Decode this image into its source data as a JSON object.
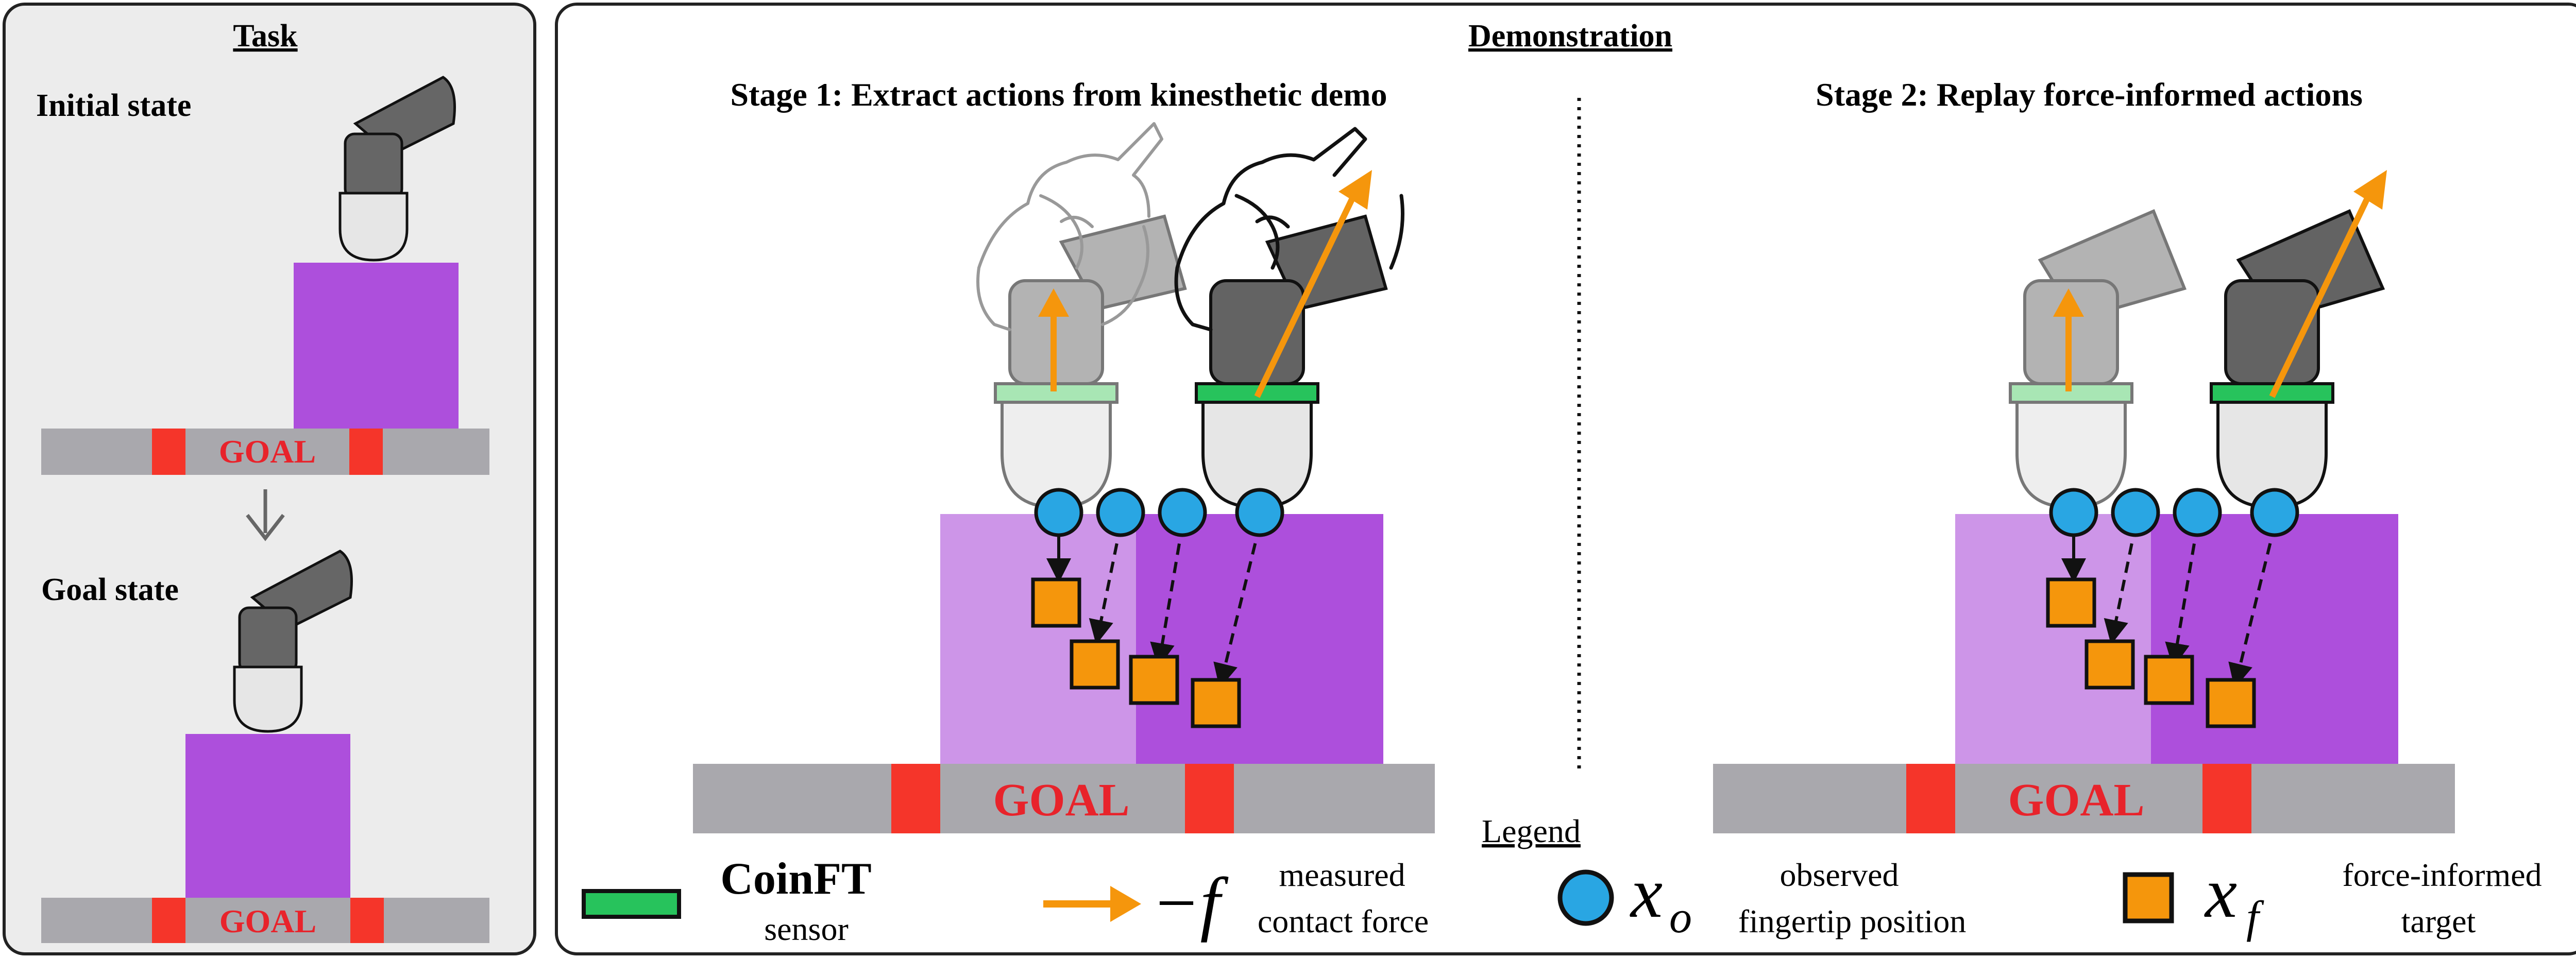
{
  "task_panel": {
    "title": "Task",
    "initial_state_label": "Initial state",
    "goal_state_label": "Goal state",
    "goal_label_top": "GOAL",
    "goal_label_bottom": "GOAL"
  },
  "demo_panel": {
    "title": "Demonstration",
    "stage1_title": "Stage 1: Extract actions from kinesthetic demo",
    "stage2_title": "Stage 2: Replay force-informed actions",
    "goal_label_stage1": "GOAL",
    "goal_label_stage2": "GOAL"
  },
  "legend": {
    "title": "Legend",
    "coinft_name": "CoinFT",
    "coinft_desc": "sensor",
    "force_symbol": "−f",
    "force_desc_line1": "measured",
    "force_desc_line2": "contact force",
    "obs_symbol": "x",
    "obs_subscript": "o",
    "obs_desc_line1": "observed",
    "obs_desc_line2": "fingertip position",
    "target_symbol": "x",
    "target_subscript": "f",
    "target_desc_line1": "force-informed",
    "target_desc_line2": "target"
  },
  "colors": {
    "purple": "#ad4fdc",
    "light_purple": "#cd95e8",
    "gray_bar": "#a9a8ad",
    "goal_red": "#f5352a",
    "orange": "#f5960c",
    "sensor_green": "#27c35c",
    "sensor_light_green": "#a8e6b4",
    "blue_marker": "#29a6e3",
    "dark_finger": "#636363",
    "light_finger": "#b3b3b3"
  }
}
